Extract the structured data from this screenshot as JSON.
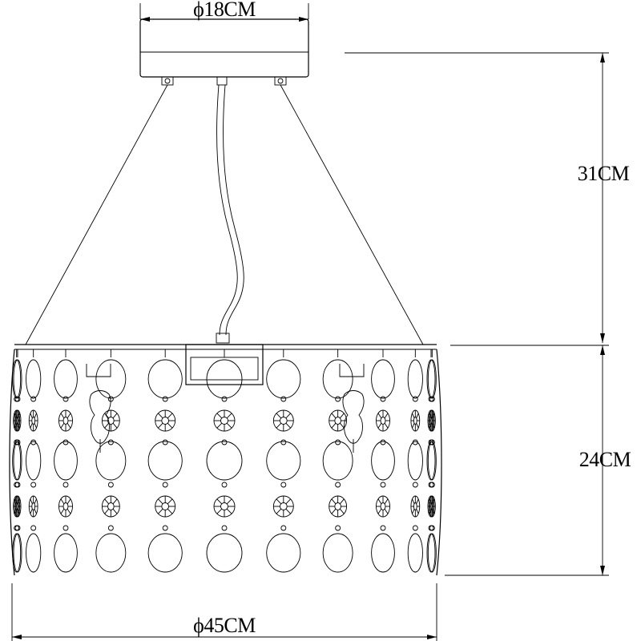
{
  "dimensions": {
    "canopy_diameter": "ϕ18CM",
    "drop_height": "31CM",
    "shade_height": "24CM",
    "shade_diameter": "ϕ45CM"
  },
  "line_color": "#000000",
  "background_color": "#ffffff",
  "icons": [
    "ceiling-canopy-icon",
    "suspension-cable-icon",
    "crystal-disc-shade-icon",
    "lamp-holder-icon"
  ]
}
